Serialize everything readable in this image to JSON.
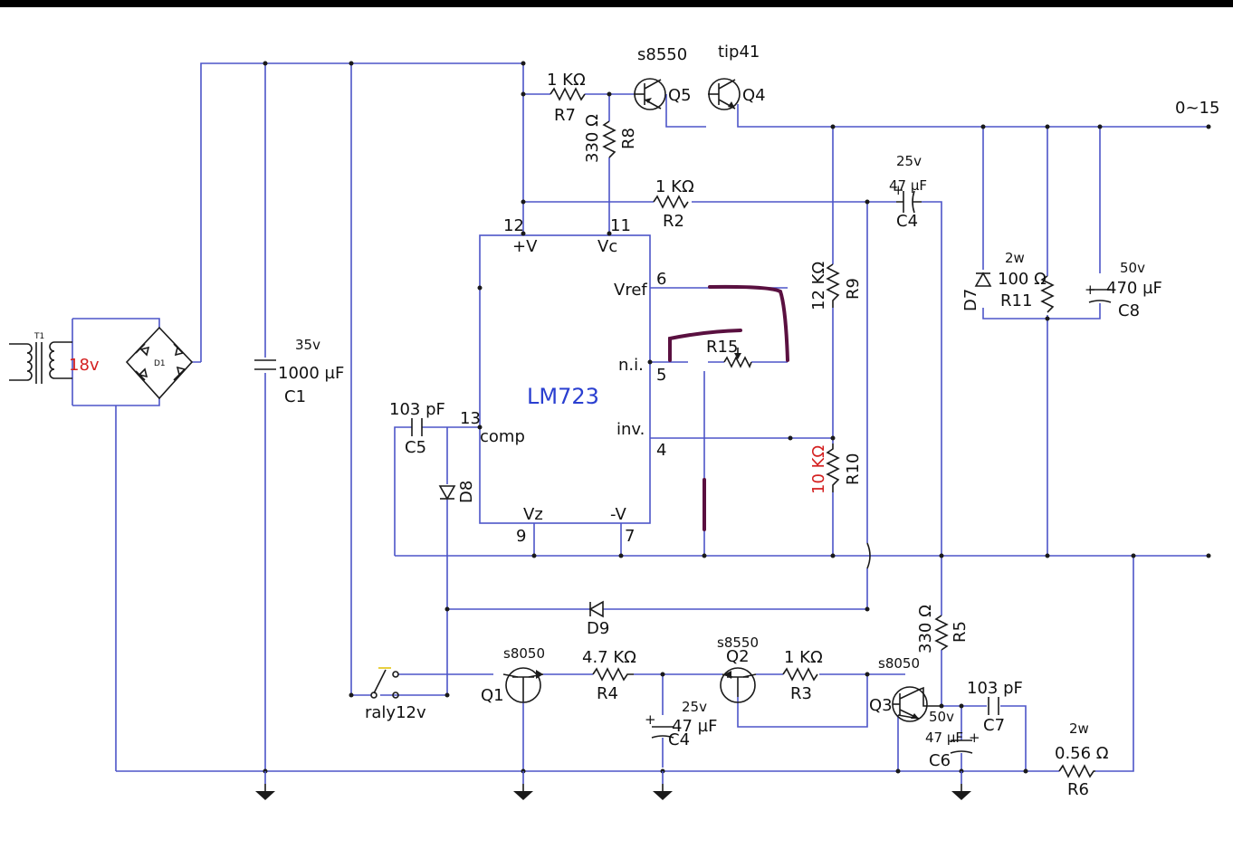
{
  "ic": {
    "name": "LM723",
    "pin12": "12",
    "pin11": "11",
    "pin6": "6",
    "pin5": "5",
    "pin4": "4",
    "pin13": "13",
    "pin9": "9",
    "pin7": "7",
    "vplus": "+V",
    "vc": "Vc",
    "vref": "Vref",
    "ni": "n.i.",
    "inv": "inv.",
    "comp": "comp",
    "vz": "Vz",
    "vminus": "-V"
  },
  "output_label": "0~15",
  "transformer": {
    "ref": "T1",
    "voltage": "18v"
  },
  "bridge": {
    "ref": "D1"
  },
  "C1": {
    "voltage": "35v",
    "value": "1000 µF",
    "ref": "C1"
  },
  "Q5": {
    "type": "s8550",
    "ref": "Q5"
  },
  "Q4": {
    "type": "tip41",
    "ref": "Q4"
  },
  "R7": {
    "value": "1 KΩ",
    "ref": "R7"
  },
  "R8": {
    "value": "330 Ω",
    "ref": "R8"
  },
  "R2": {
    "value": "1 KΩ",
    "ref": "R2"
  },
  "C4_top": {
    "voltage": "25v",
    "value": "47 µF",
    "ref": "C4"
  },
  "R9": {
    "value": "12 KΩ",
    "ref": "R9"
  },
  "R10": {
    "value": "10 KΩ",
    "ref": "R10"
  },
  "R15": {
    "ref": "R15"
  },
  "D7": {
    "ref": "D7"
  },
  "R11": {
    "power": "2w",
    "value": "100 Ω",
    "ref": "R11"
  },
  "C8": {
    "voltage": "50v",
    "value": "470 µF",
    "ref": "C8"
  },
  "C5": {
    "value": "103 pF",
    "ref": "C5"
  },
  "D8": {
    "ref": "D8"
  },
  "D9": {
    "ref": "D9"
  },
  "R5": {
    "value": "330 Ω",
    "ref": "R5"
  },
  "relay": {
    "label": "raly12v"
  },
  "Q1": {
    "type": "s8050",
    "ref": "Q1"
  },
  "R4": {
    "value": "4.7 KΩ",
    "ref": "R4"
  },
  "C4_bot": {
    "voltage": "25v",
    "value": "47 µF",
    "ref": "C4"
  },
  "Q2": {
    "type": "s8550",
    "ref": "Q2"
  },
  "R3": {
    "value": "1 KΩ",
    "ref": "R3"
  },
  "Q3": {
    "type": "s8050",
    "ref": "Q3"
  },
  "C6": {
    "voltage": "50v",
    "value": "47 µF",
    "ref": "C6"
  },
  "C7": {
    "value": "103 pF",
    "ref": "C7"
  },
  "R6": {
    "power": "2w",
    "value": "0.56 Ω",
    "ref": "R6"
  },
  "colors": {
    "wire": "#4d55c8",
    "ic_label": "#2a3fd0",
    "highlight": "#d42020",
    "annotation": "#5a1040"
  }
}
